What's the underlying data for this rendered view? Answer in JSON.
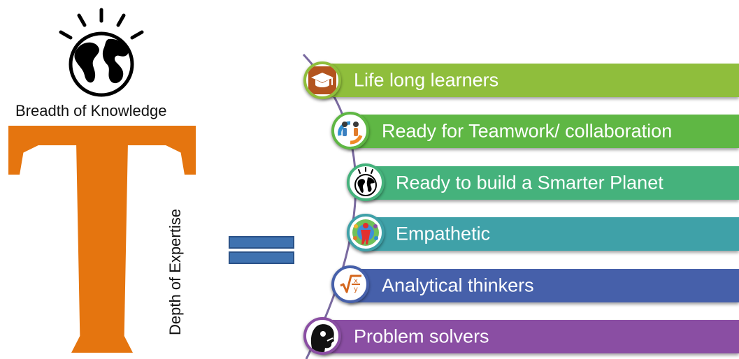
{
  "left_graphic": {
    "top_label": "Breadth of Knowledge",
    "side_label": "Depth of Expertise",
    "icon": "globe-icon",
    "letter_color": "#e5750f"
  },
  "equals": {
    "color": "#3f72b0"
  },
  "traits": [
    {
      "label": "Life long learners",
      "icon": "graduation-cap-icon",
      "color": "#8fbe3c"
    },
    {
      "label": "Ready for Teamwork/ collaboration",
      "icon": "teamwork-icon",
      "color": "#5fb744"
    },
    {
      "label": "Ready to build a Smarter Planet",
      "icon": "globe-icon",
      "color": "#45b27c"
    },
    {
      "label": "Empathetic",
      "icon": "people-circle-icon",
      "color": "#3fa1a8"
    },
    {
      "label": "Analytical thinkers",
      "icon": "math-root-icon",
      "color": "#4660aa"
    },
    {
      "label": "Problem solvers",
      "icon": "thinking-head-icon",
      "color": "#8a4ea3"
    }
  ]
}
